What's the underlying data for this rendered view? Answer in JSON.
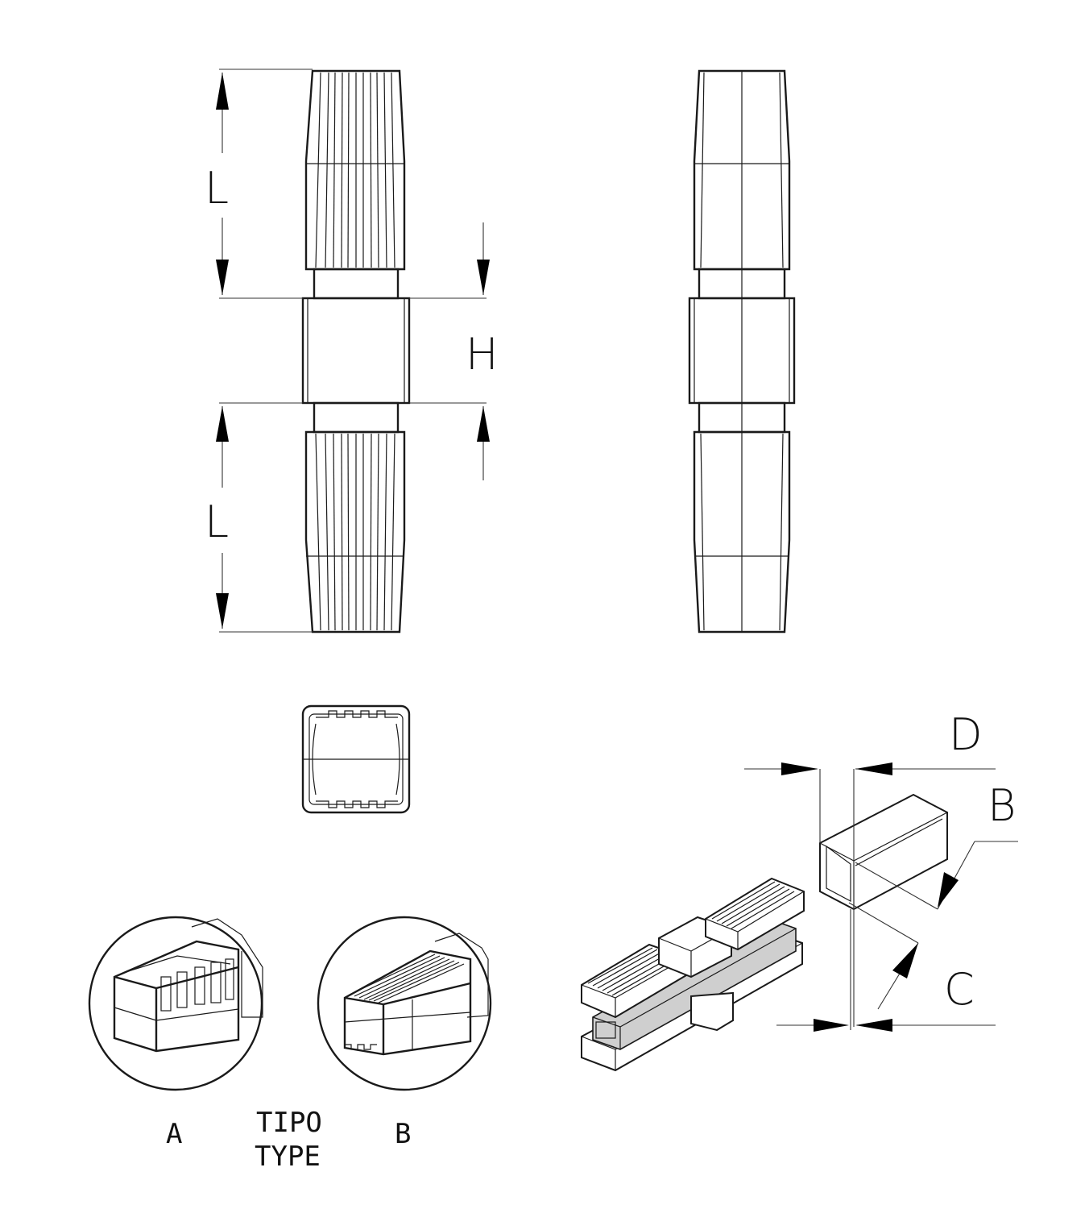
{
  "dimensions": {
    "length_label": "L",
    "height_label": "H",
    "d_label": "D",
    "b_label": "B",
    "c_label": "C"
  },
  "types": {
    "type_a_label": "A",
    "type_b_label": "B",
    "caption_it": "TIPO",
    "caption_en": "TYPE"
  }
}
